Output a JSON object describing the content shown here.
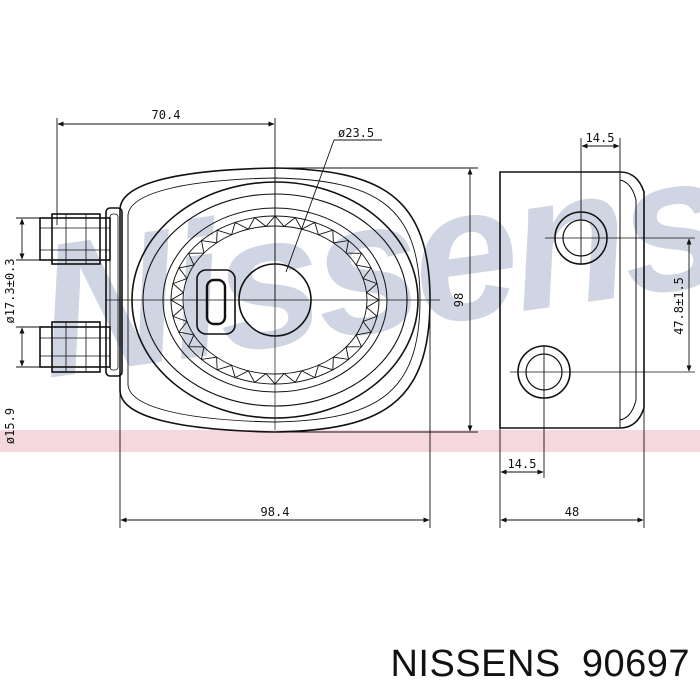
{
  "watermark": {
    "text": "Nissens",
    "color": "#a9b3cc",
    "stripe_color": "#e8a9b6"
  },
  "dimensions": {
    "top_width": "70.4",
    "center_diameter": "ø23.5",
    "side_top_offset": "14.5",
    "side_height": "98",
    "pipe_upper_diameter": "ø17.3±0.3",
    "pipe_lower_diameter": "ø15.9",
    "side_port_spacing": "47.8±1.5",
    "bottom_width": "98.4",
    "side_bottom_offset": "14.5",
    "side_width": "48"
  },
  "caption": {
    "brand": "NISSENS",
    "part_number": "90697"
  }
}
